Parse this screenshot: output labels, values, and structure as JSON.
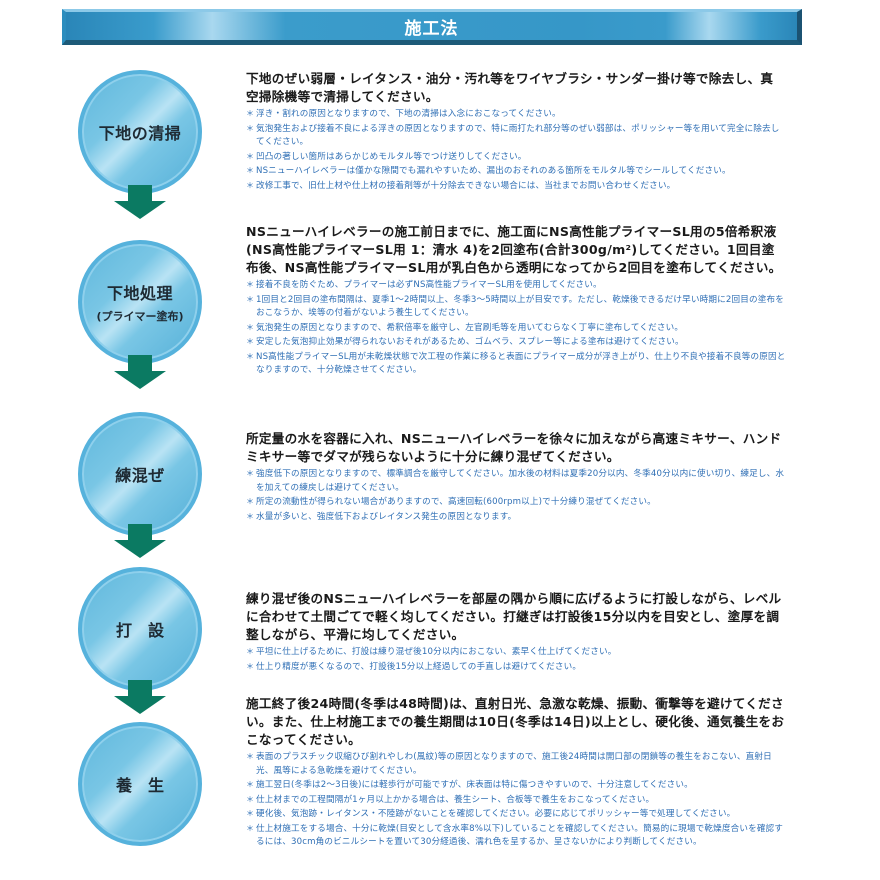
{
  "header": {
    "title": "施工法"
  },
  "colors": {
    "header_bar": "#3697c8",
    "circle": "#79c6e5",
    "arrow": "#0b7a62",
    "note_text": "#2f6fb5",
    "main_text": "#1a1a1a"
  },
  "steps": [
    {
      "label": "下地の清掃",
      "sublabel": "",
      "main": "下地のぜい弱層・レイタンス・油分・汚れ等をワイヤブラシ・サンダー掛け等で除去し、真空掃除機等で清掃してください。",
      "notes": [
        "浮き・割れの原因となりますので、下地の清掃は入念におこなってください。",
        "気泡発生および接着不良による浮きの原因となりますので、特に雨打たれ部分等のぜい弱部は、ポリッシャー等を用いて完全に除去してください。",
        "凹凸の著しい箇所はあらかじめモルタル等でつけ送りしてください。",
        "NSニューハイレベラーは僅かな隙間でも漏れやすいため、漏出のおそれのある箇所をモルタル等でシールしてください。",
        "改修工事で、旧仕上材や仕上材の接着剤等が十分除去できない場合には、当社までお問い合わせください。"
      ]
    },
    {
      "label": "下地処理",
      "sublabel": "(プライマー塗布)",
      "main": "NSニューハイレベラーの施工前日までに、施工面にNS高性能プライマーSL用の5倍希釈液(NS高性能プライマーSL用 1：清水 4)を2回塗布(合計300g/m²)してください。1回目塗布後、NS高性能プライマーSL用が乳白色から透明になってから2回目を塗布してください。",
      "notes": [
        "接着不良を防ぐため、プライマーは必ずNS高性能プライマーSL用を使用してください。",
        "1回目と2回目の塗布間隔は、夏季1〜2時間以上、冬季3〜5時間以上が目安です。ただし、乾燥後できるだけ早い時期に2回目の塗布をおこなうか、埃等の付着がないよう養生してください。",
        "気泡発生の原因となりますので、希釈倍率を厳守し、左官刷毛等を用いてむらなく丁寧に塗布してください。",
        "安定した気泡抑止効果が得られないおそれがあるため、ゴムベラ、スプレー等による塗布は避けてください。",
        "NS高性能プライマーSL用が未乾燥状態で次工程の作業に移ると表面にプライマー成分が浮き上がり、仕上り不良や接着不良等の原因となりますので、十分乾燥させてください。"
      ]
    },
    {
      "label": "練混ぜ",
      "sublabel": "",
      "main": "所定量の水を容器に入れ、NSニューハイレベラーを徐々に加えながら高速ミキサー、ハンドミキサー等でダマが残らないように十分に練り混ぜてください。",
      "notes": [
        "強度低下の原因となりますので、標準調合を厳守してください。加水後の材料は夏季20分以内、冬季40分以内に使い切り、練足し、水を加えての練戻しは避けてください。",
        "所定の流動性が得られない場合がありますので、高速回転(600rpm以上)で十分練り混ぜてください。",
        "水量が多いと、強度低下およびレイタンス発生の原因となります。"
      ]
    },
    {
      "label": "打設",
      "sublabel": "",
      "main": "練り混ぜ後のNSニューハイレベラーを部屋の隅から順に広げるように打設しながら、レベルに合わせて土間ごてで軽く均してください。打継ぎは打設後15分以内を目安とし、塗厚を調整しながら、平滑に均してください。",
      "notes": [
        "平坦に仕上げるために、打設は練り混ぜ後10分以内におこない、素早く仕上げてください。",
        "仕上り精度が悪くなるので、打設後15分以上経過しての手直しは避けてください。"
      ]
    },
    {
      "label": "養生",
      "sublabel": "",
      "main": "施工終了後24時間(冬季は48時間)は、直射日光、急激な乾燥、振動、衝撃等を避けてください。また、仕上材施工までの養生期間は10日(冬季は14日)以上とし、硬化後、通気養生をおこなってください。",
      "notes": [
        "表面のプラスチック収縮ひび割れやしわ(風紋)等の原因となりますので、施工後24時間は開口部の閉鎖等の養生をおこない、直射日光、風等による急乾燥を避けてください。",
        "施工翌日(冬季は2〜3日後)には軽歩行が可能ですが、床表面は特に傷つきやすいので、十分注意してください。",
        "仕上材までの工程間隔が1ヶ月以上かかる場合は、養生シート、合板等で養生をおこなってください。",
        "硬化後、気泡跡・レイタンス・不陸跡がないことを確認してください。必要に応じてポリッシャー等で処理してください。",
        "仕上材施工をする場合、十分に乾燥(目安として含水率8%以下)していることを確認してください。簡易的に現場で乾燥度合いを確認するには、30cm角のビニルシートを置いて30分経過後、濡れ色を呈するか、呈さないかにより判断してください。"
      ]
    }
  ]
}
